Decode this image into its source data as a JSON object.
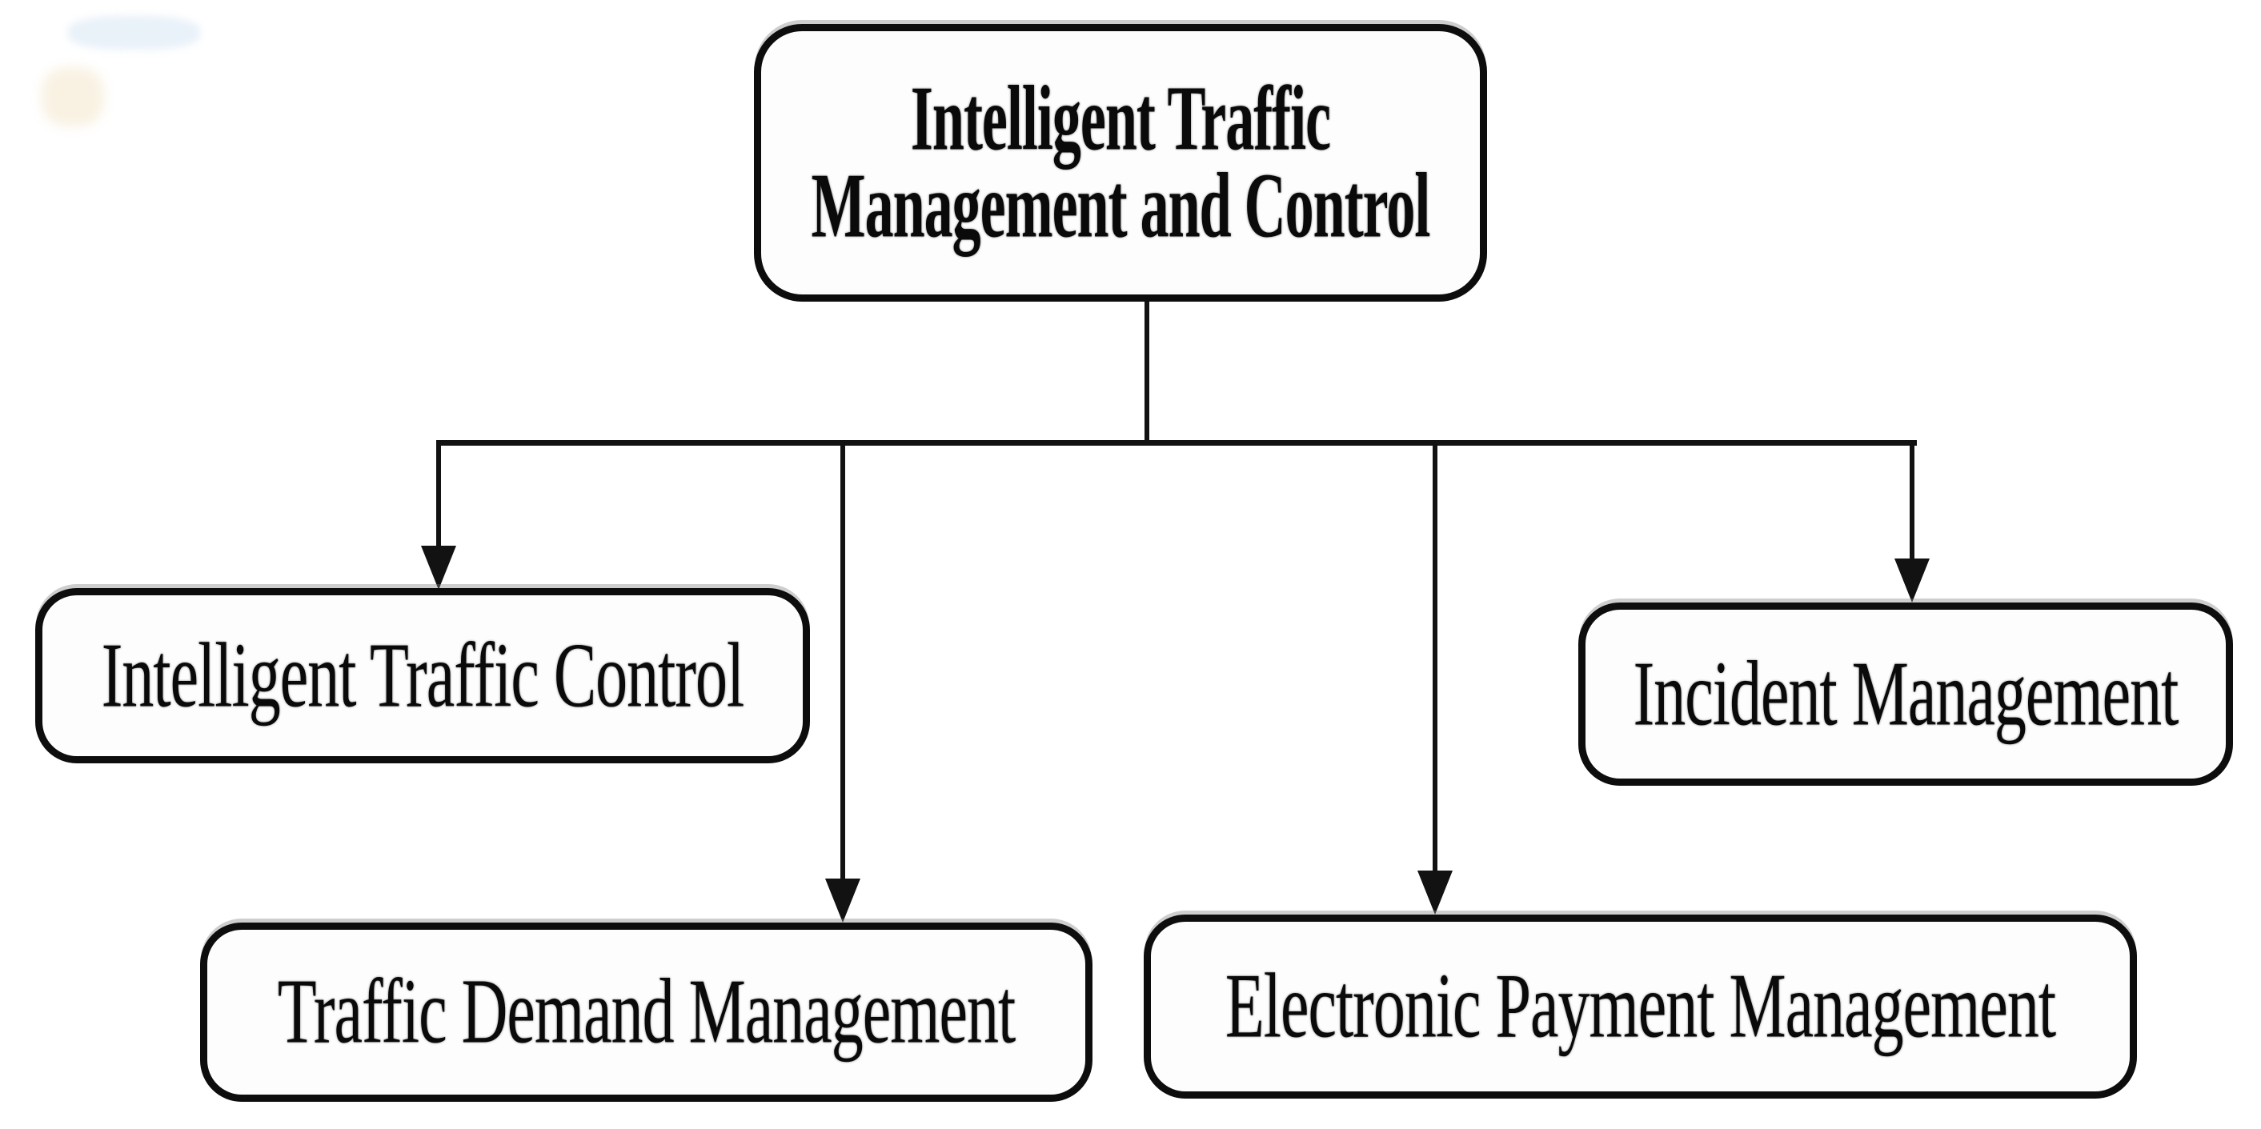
{
  "diagram": {
    "nodes": {
      "root": {
        "label": "Intelligent Traffic Management and Control"
      },
      "intelligent_traffic_control": {
        "label": "Intelligent Traffic Control"
      },
      "traffic_demand_management": {
        "label": "Traffic Demand Management"
      },
      "electronic_payment_management": {
        "label": "Electronic Payment Management"
      },
      "incident_management": {
        "label": "Incident Management"
      }
    },
    "colors": {
      "background": "#ffffff",
      "box_fill": "#fdfdfd",
      "box_border": "#0d0d0d",
      "connector_line": "#121212",
      "text": "#0a0a0a"
    }
  }
}
